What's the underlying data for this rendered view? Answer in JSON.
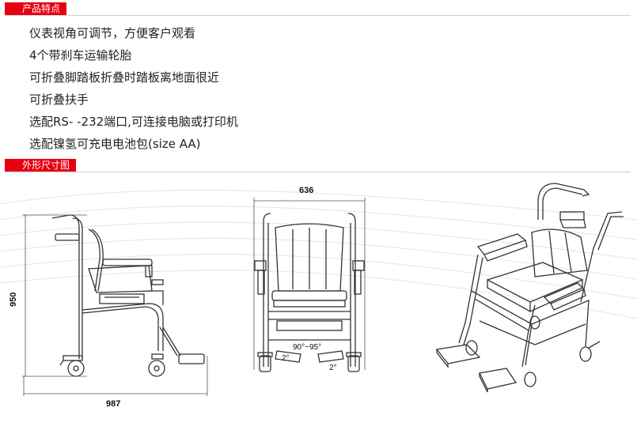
{
  "sections": {
    "features_title": "产品特点",
    "dimensions_title": "外形尺寸图"
  },
  "features": [
    "仪表视角可调节，方便客户观看",
    "4个带刹车运输轮胎",
    "可折叠脚踏板折叠时踏板离地面很近",
    "可折叠扶手",
    "选配RS- -232端口,可连接电脑或打印机",
    "选配镍氢可充电电池包(size AA)"
  ],
  "dimensions": {
    "height": "950",
    "depth": "987",
    "width": "636",
    "backrest_angle": "90°~95°",
    "foot_angle_left": "2°",
    "foot_angle_right": "2°"
  },
  "colors": {
    "accent": "#e60012",
    "line": "#333333",
    "rule": "#d0d0d0"
  }
}
